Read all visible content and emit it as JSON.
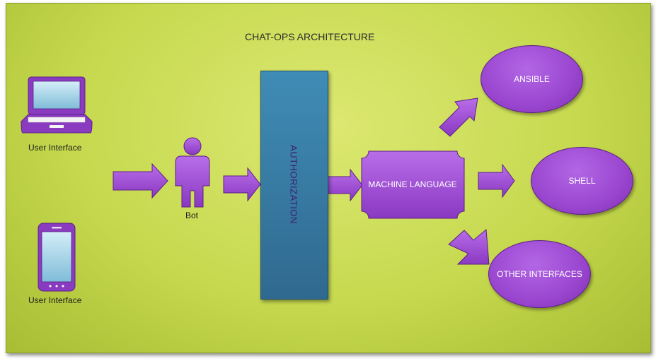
{
  "diagram": {
    "title": "CHAT-OPS ARCHITECTURE",
    "nodes": {
      "user_interface_laptop": "User Interface",
      "user_interface_phone": "User Interface",
      "bot": "Bot",
      "authorization": "AUTHORIZATION",
      "machine_language": "MACHINE LANGUAGE",
      "ansible": "ANSIBLE",
      "shell": "SHELL",
      "other_interfaces": "OTHER INTERFACES"
    },
    "icons": {
      "laptop": "laptop-icon",
      "phone": "smartphone-icon",
      "bot": "person-icon"
    },
    "edges": [
      {
        "from": "user interfaces",
        "to": "bot"
      },
      {
        "from": "bot",
        "to": "authorization"
      },
      {
        "from": "authorization",
        "to": "machine language"
      },
      {
        "from": "machine language",
        "to": "ansible"
      },
      {
        "from": "machine language",
        "to": "shell"
      },
      {
        "from": "machine language",
        "to": "other interfaces"
      }
    ],
    "colors": {
      "background": "#c6d94f",
      "node_purple": "#9a46d0",
      "authorization_blue": "#3f8cb6",
      "label_purple": "#3c1f73"
    }
  }
}
